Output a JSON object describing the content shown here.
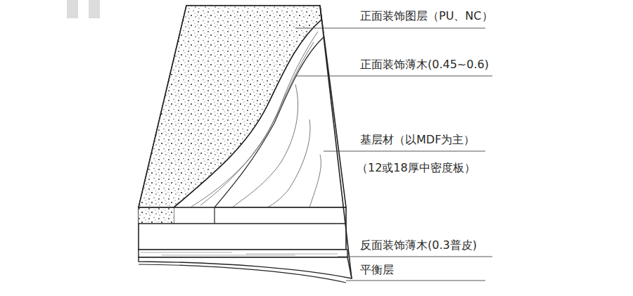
{
  "diagram": {
    "labels": [
      "正面装饰图层（PU、NC）",
      "正面装饰薄木(0.45~0.6)",
      "基层材（以MDF为主）",
      "（12或18厚中密度板）",
      "反面装饰薄木(0.3普皮)",
      "平衡层"
    ]
  }
}
